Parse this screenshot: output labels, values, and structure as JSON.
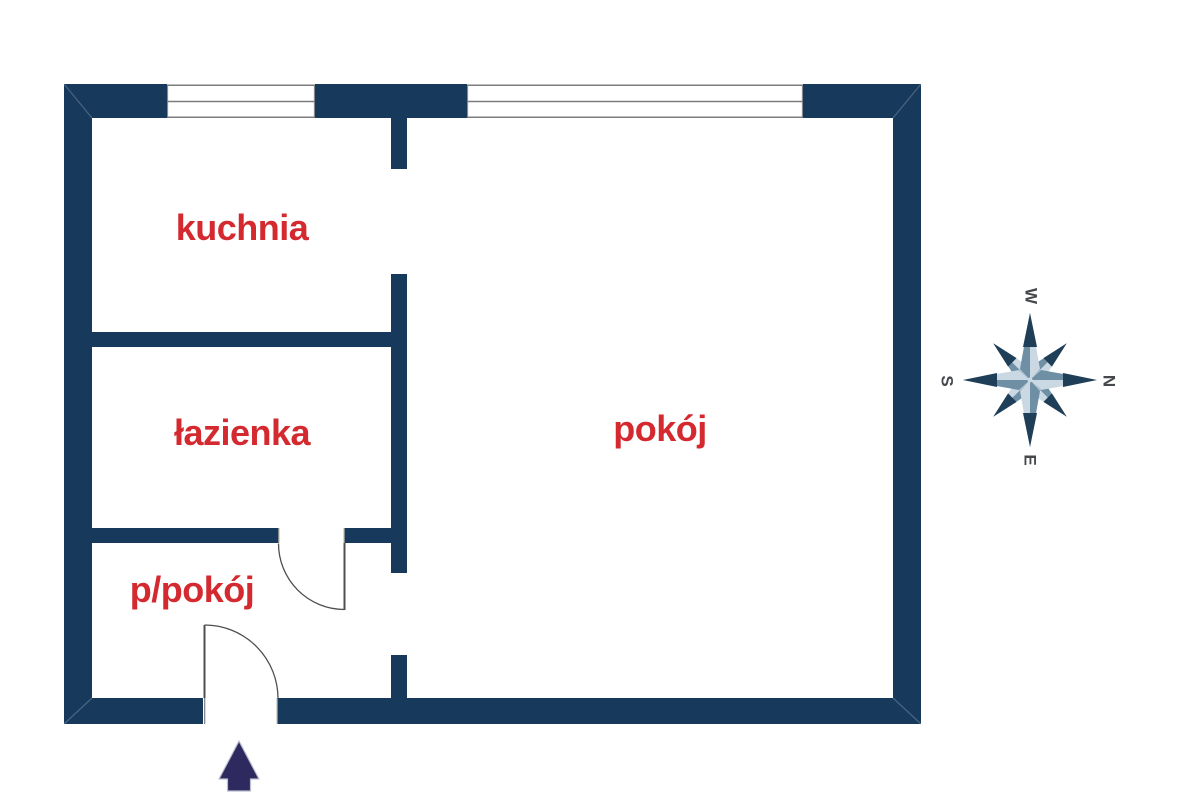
{
  "colors": {
    "wall": "#17395c",
    "room_label": "#d3292f",
    "arrow": "#2e2a5f",
    "compass_dark": "#1f3e58",
    "compass_mid": "#6f8fa5",
    "compass_light": "#c9d8e2",
    "compass_text": "#45494d",
    "door_line": "#4f4f4f",
    "window_line": "#7c7c7c"
  },
  "rooms": [
    {
      "id": "kuchnia",
      "label": "kuchnia"
    },
    {
      "id": "lazienka",
      "label": "łazienka"
    },
    {
      "id": "p-pokoj",
      "label": "p/pokój"
    },
    {
      "id": "pokoj",
      "label": "pokój"
    }
  ],
  "compass": {
    "west": "W",
    "north": "N",
    "south": "S",
    "east": "E"
  }
}
